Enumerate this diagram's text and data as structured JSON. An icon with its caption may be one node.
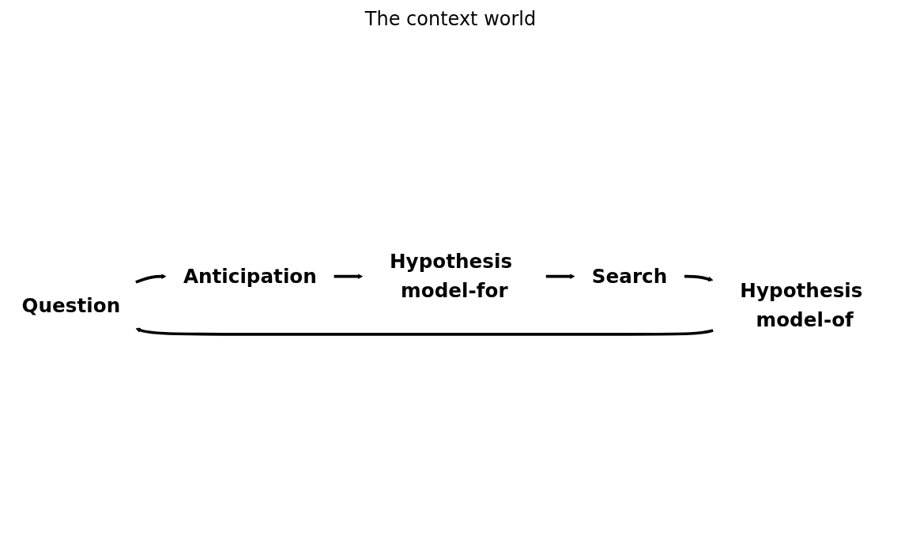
{
  "diagram": {
    "nodes": [
      {
        "text": [
          "Question"
        ]
      },
      {
        "text": [
          "Anticipation"
        ]
      },
      {
        "text": [
          "Hypothesis model-for"
        ]
      },
      {
        "text": [
          "Search"
        ]
      },
      {
        "text": [
          "Hypothesis model-of"
        ]
      }
    ],
    "edges": [
      {
        "from": 0,
        "to": 1,
        "arrow": "to"
      },
      {
        "from": 1,
        "to": 2,
        "arrow": "to"
      },
      {
        "from": 2,
        "to": 3,
        "arrow": "to"
      },
      {
        "from": 3,
        "to": 4,
        "arrow": "to"
      },
      {
        "from": 4,
        "to": 0,
        "arrow": "to"
      }
    ],
    "labels": [
      "The context world"
    ]
  }
}
